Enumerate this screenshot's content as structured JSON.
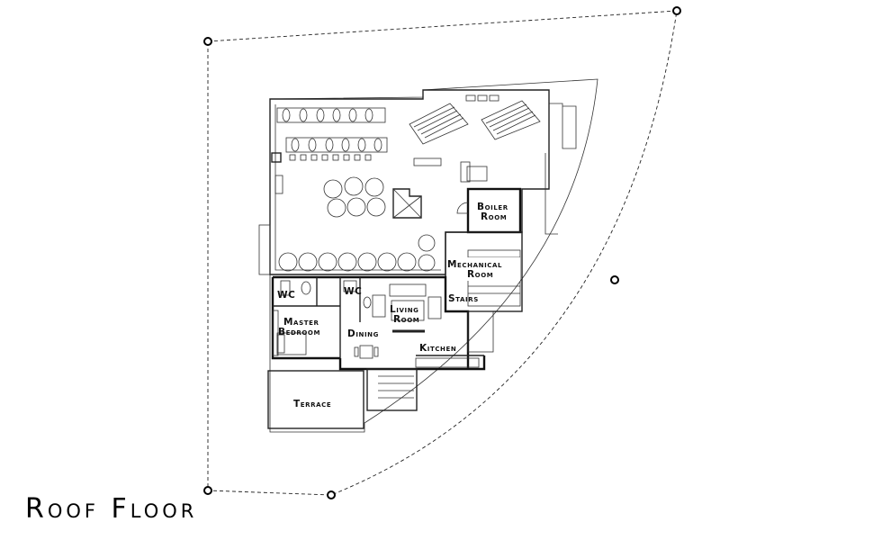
{
  "title": "Roof Floor",
  "rooms": {
    "boiler_line1": "Boiler",
    "boiler_line2": "Room",
    "mechanical_line1": "Mechanical",
    "mechanical_line2": "Room",
    "wc_left": "WC",
    "wc_right": "WC",
    "stairs": "Stairs",
    "living_line1": "Living",
    "living_line2": "Room",
    "master_line1": "Master",
    "master_line2": "Bedroom",
    "dining": "Dining",
    "kitchen": "Kitchen",
    "terrace": "Terrace"
  }
}
